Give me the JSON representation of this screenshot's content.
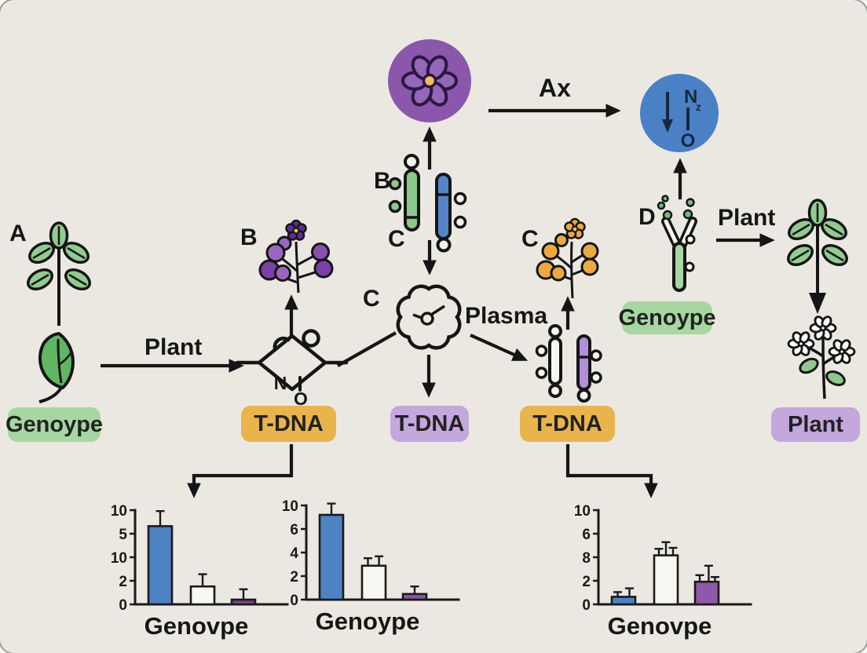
{
  "canvas": {
    "background": "#ebe8e2"
  },
  "labels": {
    "a": "A",
    "b_flower": "B",
    "b_chromosomes": "B",
    "c_chromosomes": "C",
    "c_cloud": "C",
    "c_flower": "C",
    "d": "D",
    "ax_arrow": "Ax",
    "plasma": "Plasma",
    "plant_left": "Plant",
    "plant_right": "Plant"
  },
  "badges": {
    "genotype_left": "Genoype",
    "genotype_right": "Genoype",
    "tdna_1": "T-DNA",
    "tdna_2": "T-DNA",
    "tdna_3": "T-DNA",
    "plant": "Plant"
  },
  "blue_circle": {
    "n": "N",
    "sub": "z",
    "o": "O"
  },
  "chem_structure": {
    "n": "N",
    "o": "O"
  },
  "colors": {
    "purple_circle": "#8a57ab",
    "blue_circle": "#4a80c4",
    "green_badge": "#a7d7a1",
    "orange_badge": "#e9b44c",
    "lavender_badge": "#c4a7dd",
    "bar_blue": "#4d82c3",
    "bar_white": "#f8f7f2",
    "bar_purple": "#8b55a0",
    "arrow": "#151515"
  },
  "icons": [
    "purple-flower-circle-icon",
    "blue-compound-circle-icon",
    "plant-sprig-icon",
    "leaf-icon",
    "purple-flower-cluster-icon",
    "orange-flower-cluster-icon",
    "green-chromosome-icon",
    "blue-chromosome-icon",
    "white-chromosome-icon",
    "purple-chromosome-icon",
    "cloud-clock-icon",
    "molecule-icon",
    "seedling-vector-icon",
    "flower-bouquet-icon"
  ],
  "chart_data": [
    {
      "type": "bar",
      "xlabel": "Genovpe",
      "ylim": [
        0,
        10
      ],
      "tick_labels": [
        "10",
        "5",
        "10",
        "2",
        "0"
      ],
      "bars": [
        {
          "color": "#4d82c3",
          "value": 8.3,
          "whiskers": [
            {
              "dx": 0,
              "h": 1.6
            }
          ]
        },
        {
          "color": "#f8f7f2",
          "value": 1.9,
          "whiskers": [
            {
              "dx": 0,
              "h": 1.3
            }
          ]
        },
        {
          "color": "#7c4487",
          "value": 0.5,
          "whiskers": [
            {
              "dx": 0,
              "h": 1.1
            }
          ]
        }
      ]
    },
    {
      "type": "bar",
      "xlabel": "Genoype",
      "ylim": [
        0,
        10
      ],
      "tick_labels": [
        "10",
        "6",
        "4",
        "2",
        "0"
      ],
      "bars": [
        {
          "color": "#4d82c3",
          "value": 9.0,
          "whiskers": [
            {
              "dx": 0,
              "h": 1.2
            }
          ]
        },
        {
          "color": "#f8f7f2",
          "value": 3.6,
          "whiskers": [
            {
              "dx": -0.25,
              "h": 0.8
            },
            {
              "dx": 0.22,
              "h": 1.0
            }
          ]
        },
        {
          "color": "#8b55a0",
          "value": 0.6,
          "whiskers": [
            {
              "dx": 0,
              "h": 0.8
            }
          ]
        }
      ]
    },
    {
      "type": "bar",
      "xlabel": "Genovpe",
      "ylim": [
        0,
        10
      ],
      "tick_labels": [
        "10",
        "6",
        "8",
        "2",
        "0"
      ],
      "bars": [
        {
          "color": "#4d82c3",
          "value": 0.8,
          "whiskers": [
            {
              "dx": -0.25,
              "h": 0.5
            },
            {
              "dx": 0.25,
              "h": 0.9
            }
          ]
        },
        {
          "color": "#f8f7f2",
          "value": 5.2,
          "whiskers": [
            {
              "dx": -0.3,
              "h": 0.7
            },
            {
              "dx": 0,
              "h": 1.4
            },
            {
              "dx": 0.3,
              "h": 0.8
            }
          ]
        },
        {
          "color": "#9058a8",
          "value": 2.4,
          "whiskers": [
            {
              "dx": -0.3,
              "h": 0.7
            },
            {
              "dx": 0.08,
              "h": 1.7
            },
            {
              "dx": 0.35,
              "h": 0.5
            }
          ]
        }
      ]
    }
  ]
}
